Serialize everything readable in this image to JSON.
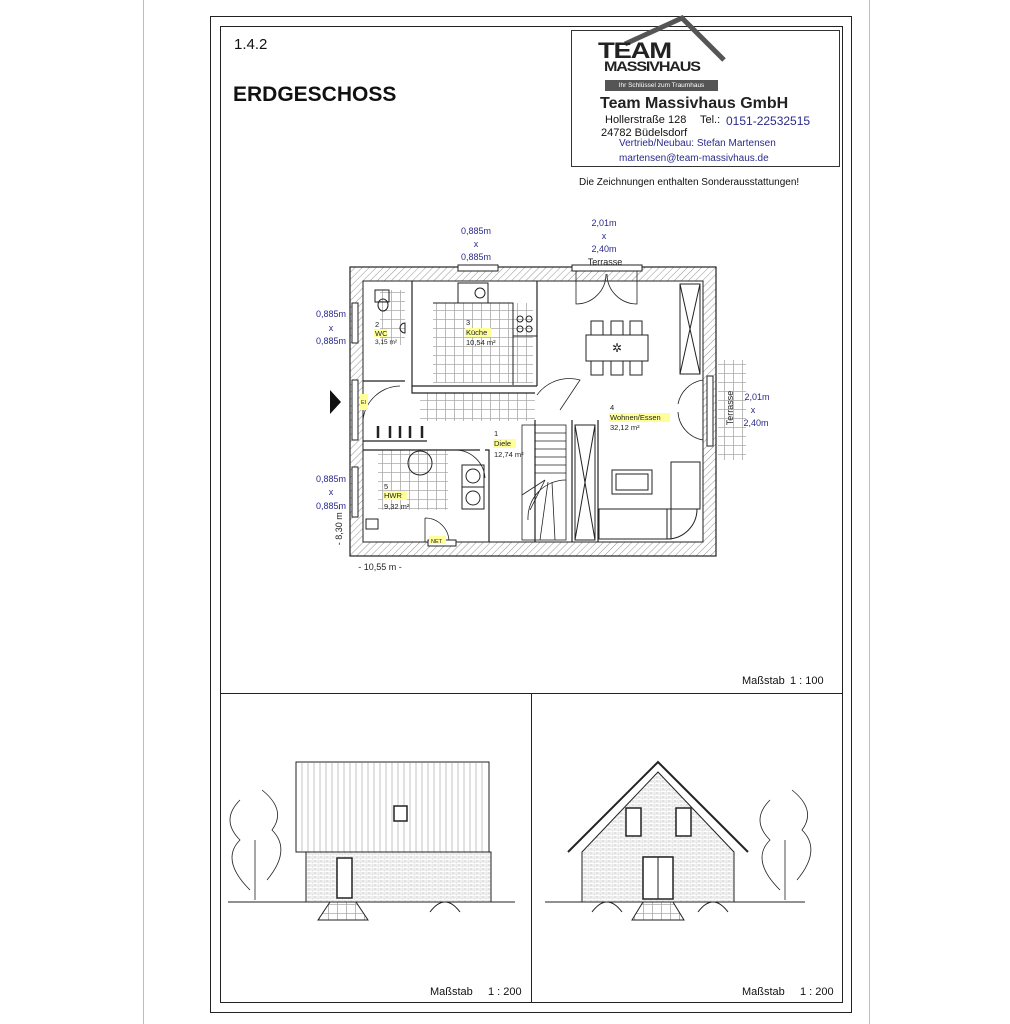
{
  "section_number": "1.4.2",
  "title": "ERDGESCHOSS",
  "company": {
    "logo_line1": "TEAM",
    "logo_line2": "MASSIVHAUS",
    "logo_slogan": "Ihr Schlüssel zum Traumhaus",
    "name": "Team Massivhaus GmbH",
    "street": "Hollerstraße 128",
    "tel_label": "Tel.:",
    "tel": "0151-22532515",
    "city": "24782 Büdelsdorf",
    "sales": "Vertrieb/Neubau: Stefan Martensen",
    "email": "martensen@team-massivhaus.de"
  },
  "notice": "Die Zeichnungen enthalten Sonderausstattungen!",
  "plan": {
    "window_top": {
      "w": "0,885m",
      "x": "x",
      "h": "0,885m"
    },
    "terrace_top": {
      "w": "2,01m",
      "x": "x",
      "h": "2,40m",
      "label": "Terrasse"
    },
    "window_left_1": {
      "w": "0,885m",
      "x": "x",
      "h": "0,885m"
    },
    "window_left_2": {
      "w": "0,885m",
      "x": "x",
      "h": "0,885m"
    },
    "terrace_right": {
      "w": "2,01m",
      "x": "x",
      "h": "2,40m",
      "label": "Terrasse"
    },
    "rooms": [
      {
        "number": "1",
        "name": "Diele",
        "area": "12,74 m²"
      },
      {
        "number": "2",
        "name": "WC",
        "area": "3,15 m²"
      },
      {
        "number": "3",
        "name": "Küche",
        "area": "10,54 m²"
      },
      {
        "number": "4",
        "name": "Wohnen/Essen",
        "area": "32,12 m²"
      },
      {
        "number": "5",
        "name": "HWR",
        "area": "9,32 m²"
      }
    ],
    "net_label": "NET",
    "el_label": "El",
    "depth": "- 8,30 m -",
    "width": "- 10,55 m -"
  },
  "scales": {
    "plan": {
      "label": "Maßstab",
      "value": "1 : 100"
    },
    "elevation_left": {
      "label": "Maßstab",
      "value": "1 : 200"
    },
    "elevation_right": {
      "label": "Maßstab",
      "value": "1 : 200"
    }
  }
}
